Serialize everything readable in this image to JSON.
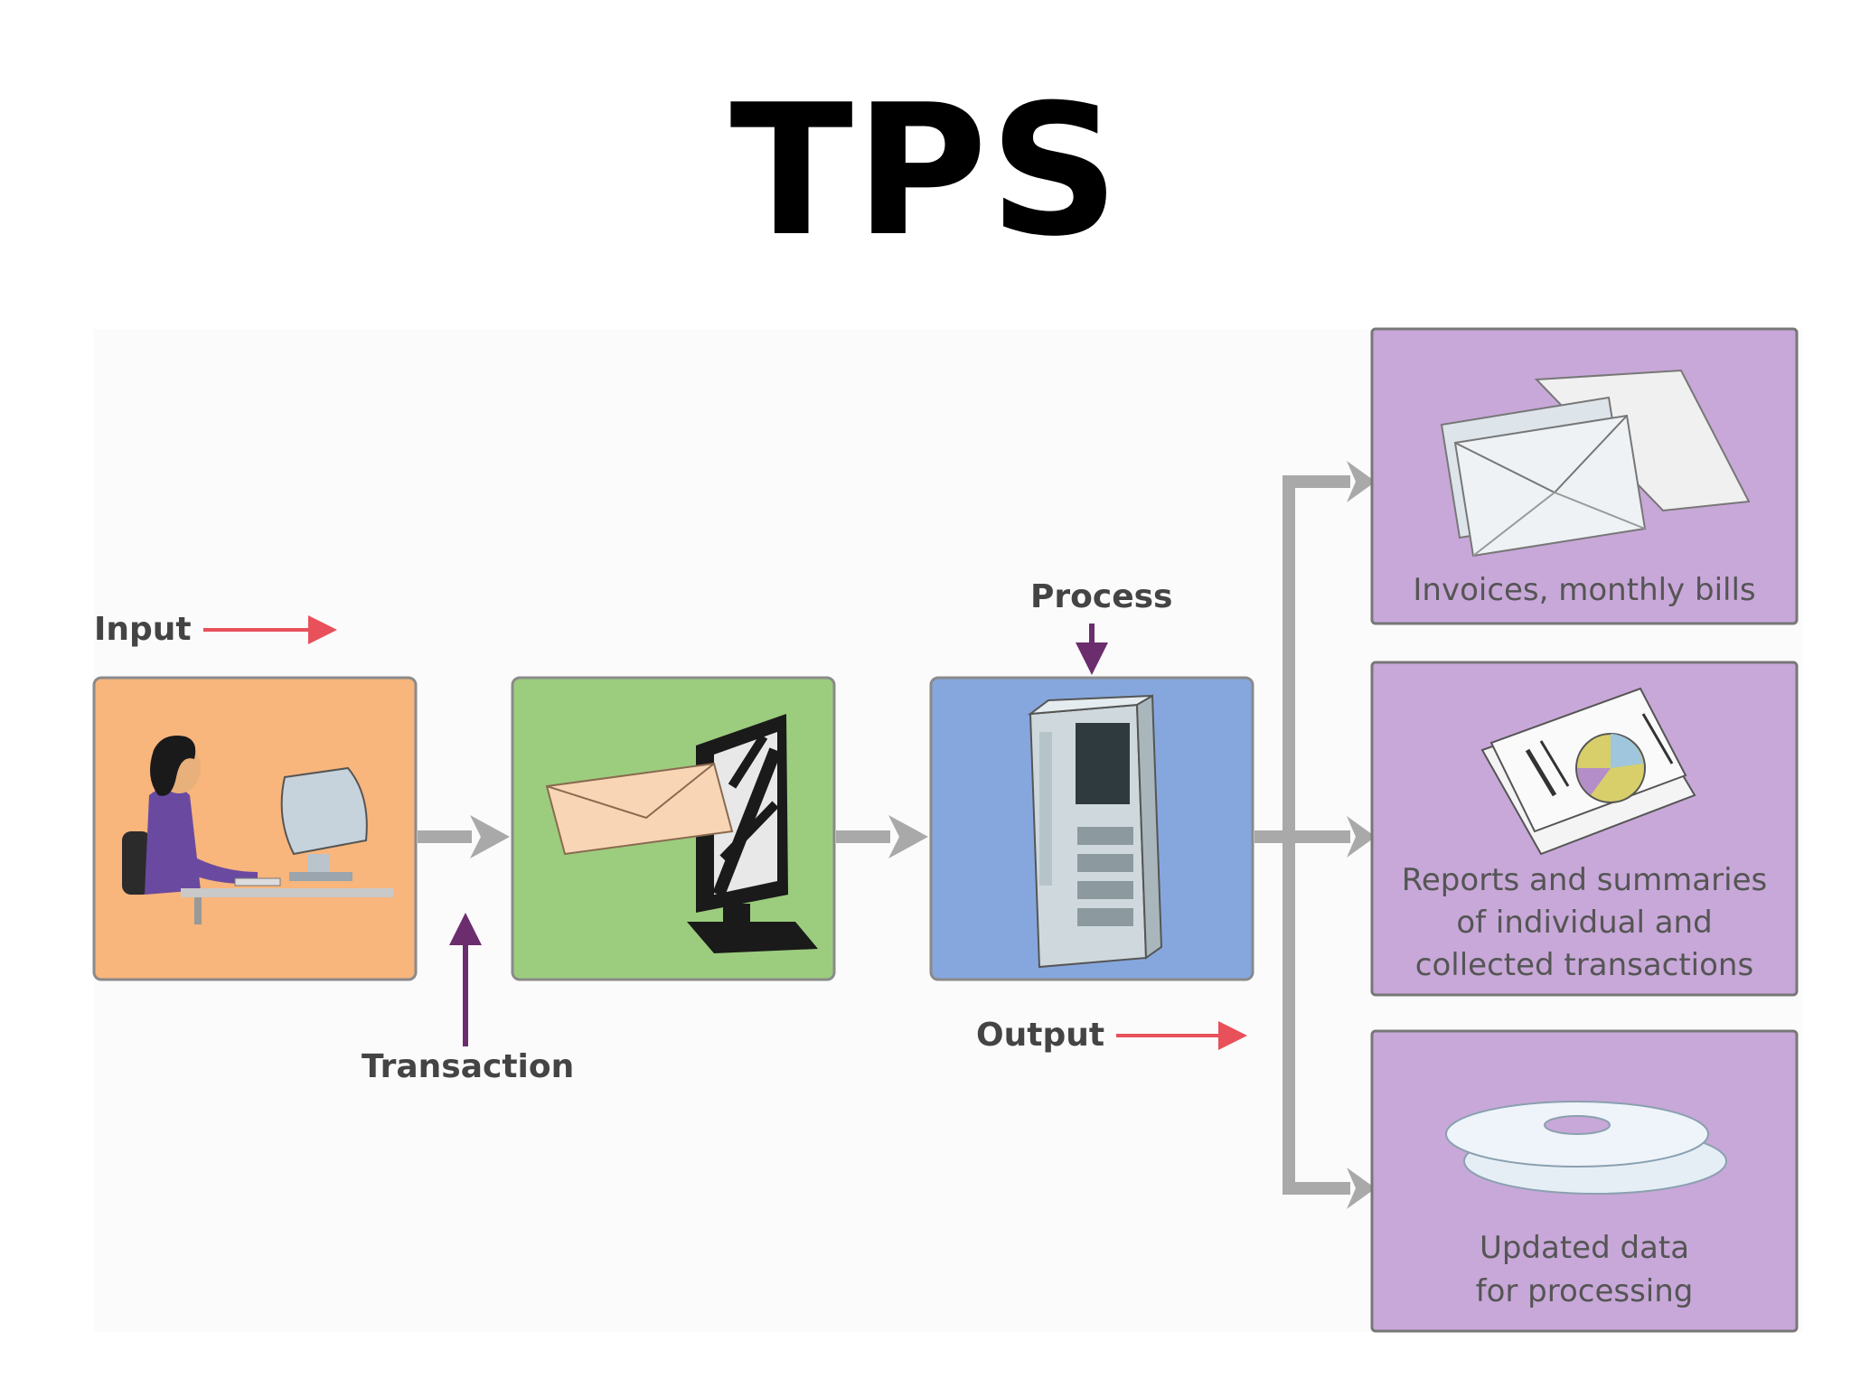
{
  "title": "TPS",
  "labels": {
    "input": "Input",
    "transaction": "Transaction",
    "process": "Process",
    "output": "Output"
  },
  "outputs": {
    "invoices": [
      "Invoices, monthly bills"
    ],
    "reports": [
      "Reports and summaries",
      "of individual and",
      "collected transactions"
    ],
    "updated": [
      "Updated data",
      "for processing"
    ]
  },
  "colors": {
    "input_box": "#f8b57c",
    "transaction_box": "#9ccd7e",
    "process_box": "#86a7de",
    "output_box": "#c8a8d8",
    "red_arrow": "#e8505a",
    "purple_arrow": "#6b2d6e",
    "gray_arrow": "#a9a9a9"
  },
  "icons": {
    "input": "person-at-computer-icon",
    "transaction": "envelope-into-monitor-icon",
    "process": "server-tower-icon",
    "invoices": "envelopes-icon",
    "reports": "report-documents-icon",
    "updated": "discs-icon"
  }
}
